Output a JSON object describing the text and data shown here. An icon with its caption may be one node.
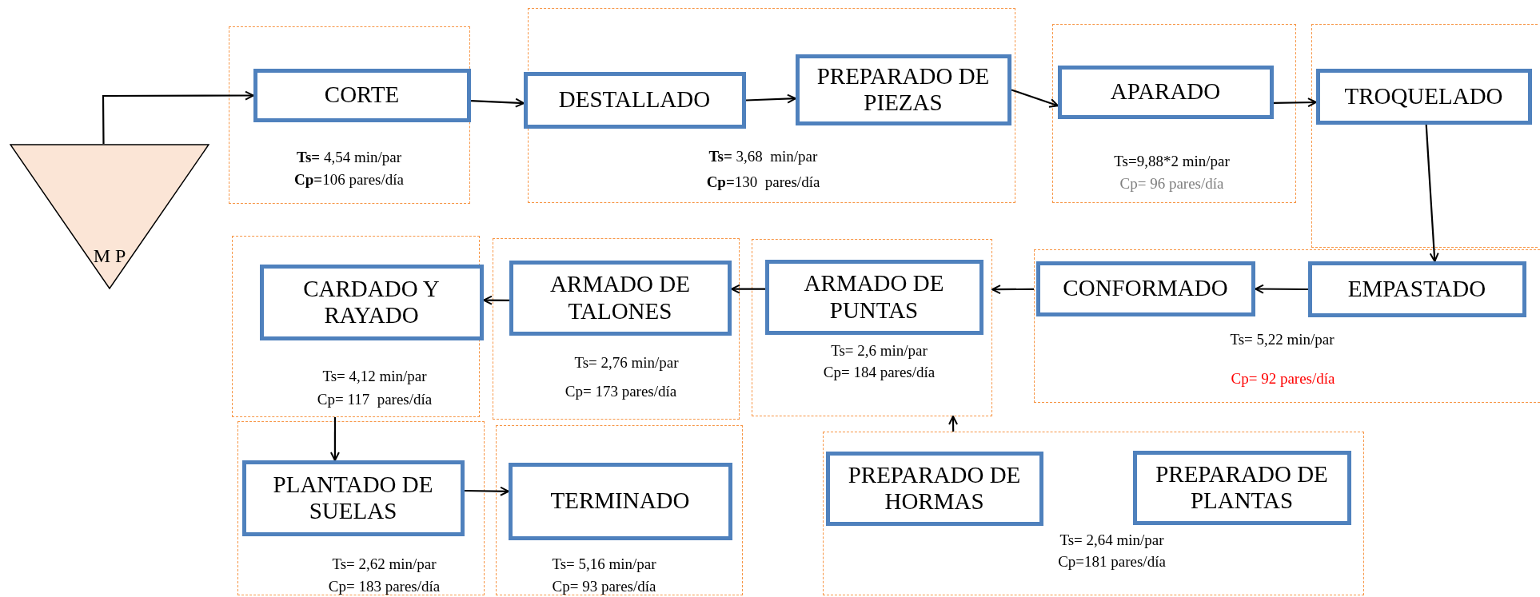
{
  "diagram": {
    "nodes": [
      {
        "text": [
          "M P"
        ]
      },
      {
        "text": [
          "**Ts=** 4,54 min/par",
          "**Cp=**106 pares/día"
        ]
      },
      {
        "text": [
          "CORTE"
        ],
        "in": 1
      },
      {
        "text": [
          "**Ts=** 3,68  min/par",
          "**Cp=**130  pares/día"
        ]
      },
      {
        "text": [
          "DESTALLADO"
        ],
        "in": 3
      },
      {
        "text": [
          "PREPARADO DE PIEZAS"
        ],
        "in": 3
      },
      {
        "text": [
          "Ts=9,88*2 min/par",
          "Cp= 96 pares/día"
        ]
      },
      {
        "text": [
          "APARADO"
        ],
        "in": 6
      },
      {
        "text": [],
        "shape": "box"
      },
      {
        "text": [
          "TROQUELADO"
        ],
        "in": 8
      },
      {
        "text": [
          "Ts= 5,22 min/par",
          "Cp= 92 pares/día"
        ]
      },
      {
        "text": [
          "CONFORMADO"
        ],
        "in": 10
      },
      {
        "text": [
          "EMPASTADO"
        ],
        "in": 10
      },
      {
        "text": [
          "Ts= 4,12 min/par",
          "Cp= 117  pares/día"
        ]
      },
      {
        "text": [
          "CARDADO Y RAYADO"
        ],
        "in": 13
      },
      {
        "text": [
          "Ts= 2,76 min/par",
          "Cp= 173 pares/día"
        ]
      },
      {
        "text": [
          "ARMADO DE TALONES"
        ],
        "in": 15
      },
      {
        "text": [
          "Ts= 2,6 min/par",
          "Cp= 184 pares/día"
        ]
      },
      {
        "text": [
          "ARMADO DE PUNTAS"
        ],
        "in": 17
      },
      {
        "text": [
          "Ts= 2,62 min/par",
          "Cp= 183 pares/día"
        ]
      },
      {
        "text": [
          "PLANTADO DE SUELAS"
        ],
        "in": 19
      },
      {
        "text": [
          "Ts= 5,16 min/par",
          "Cp= 93 pares/día"
        ]
      },
      {
        "text": [
          "TERMINADO"
        ],
        "in": 21
      },
      {
        "text": [
          "Ts= 2,64 min/par",
          "Cp=181 pares/día"
        ]
      },
      {
        "text": [
          "PREPARADO DE HORMAS"
        ],
        "in": 23
      },
      {
        "text": [
          "PREPARADO DE PLANTAS"
        ],
        "in": 23
      }
    ],
    "edges": [
      {
        "from": 0,
        "to": 2,
        "arrow": "to"
      },
      {
        "from": 2,
        "to": 4,
        "arrow": "to"
      },
      {
        "from": 4,
        "to": 5,
        "arrow": "to"
      },
      {
        "from": 5,
        "to": 7,
        "arrow": "to"
      },
      {
        "from": 7,
        "to": 9,
        "arrow": "to"
      },
      {
        "from": 9,
        "to": 12,
        "arrow": "to"
      },
      {
        "from": 12,
        "to": 11,
        "arrow": "to"
      },
      {
        "from": 10,
        "to": 17,
        "arrow": "to"
      },
      {
        "from": 18,
        "to": 16,
        "arrow": "to"
      },
      {
        "from": 16,
        "to": 14,
        "arrow": "to"
      },
      {
        "from": 13,
        "to": 20,
        "arrow": "to"
      },
      {
        "from": 20,
        "to": 22,
        "arrow": "to"
      },
      {
        "from": 23,
        "to": 17,
        "arrow": "to"
      }
    ]
  }
}
